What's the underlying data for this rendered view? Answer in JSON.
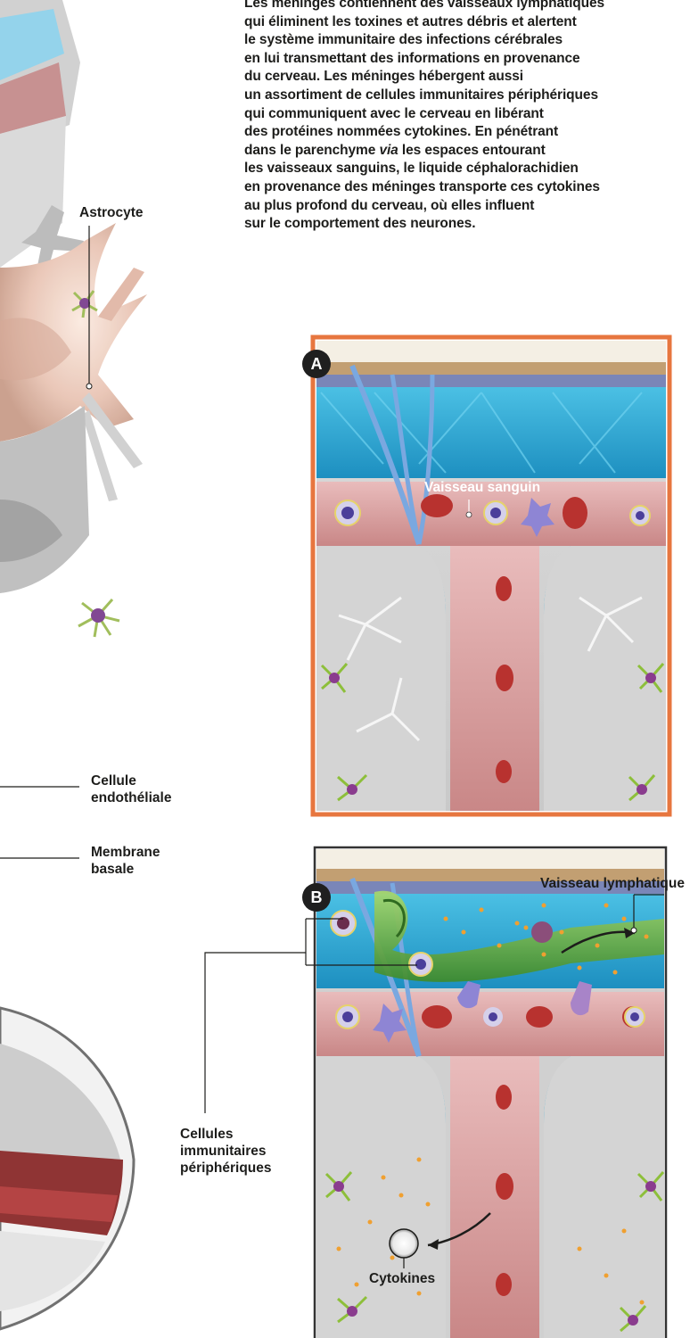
{
  "intro": {
    "lines": [
      "Les méninges contiennent des vaisseaux lymphatiques",
      "qui éliminent les toxines et autres débris et alertent",
      "le système immunitaire des infections cérébrales",
      "en lui transmettant des informations en provenance",
      "du cerveau. Les méninges hébergent aussi",
      "un assortiment de cellules immunitaires périphériques",
      "qui communiquent avec le cerveau en libérant",
      "des protéines nommées cytokines. En pénétrant",
      "les vaisseaux sanguins, le liquide céphalorachidien",
      "en provenance des méninges transporte ces cytokines",
      "au plus profond du cerveau, où elles influent",
      "sur le comportement des neurones."
    ],
    "line8": {
      "a": "dans le parenchyme ",
      "em": "via",
      "b": " les espaces entourant"
    }
  },
  "labels": {
    "astrocyte": "Astrocyte",
    "endothelial": [
      "Cellule",
      "endothéliale"
    ],
    "basal": [
      "Membrane",
      "basale"
    ],
    "blood_vessel": "Vaisseau sanguin",
    "lymphatic": "Vaisseau lymphatique",
    "immune": [
      "Cellules",
      "immunitaires",
      "périphériques"
    ],
    "cytokines": "Cytokines"
  },
  "panels": {
    "a_badge": "A",
    "b_badge": "B"
  },
  "colors": {
    "panel_a_border": "#e7763f",
    "panel_b_border": "#333333",
    "csf_blue": "#2aa9d6",
    "vessel_pink": "#d8a0a0",
    "lymph_green": "#6fb43f",
    "cytokine": "#f0a030"
  }
}
